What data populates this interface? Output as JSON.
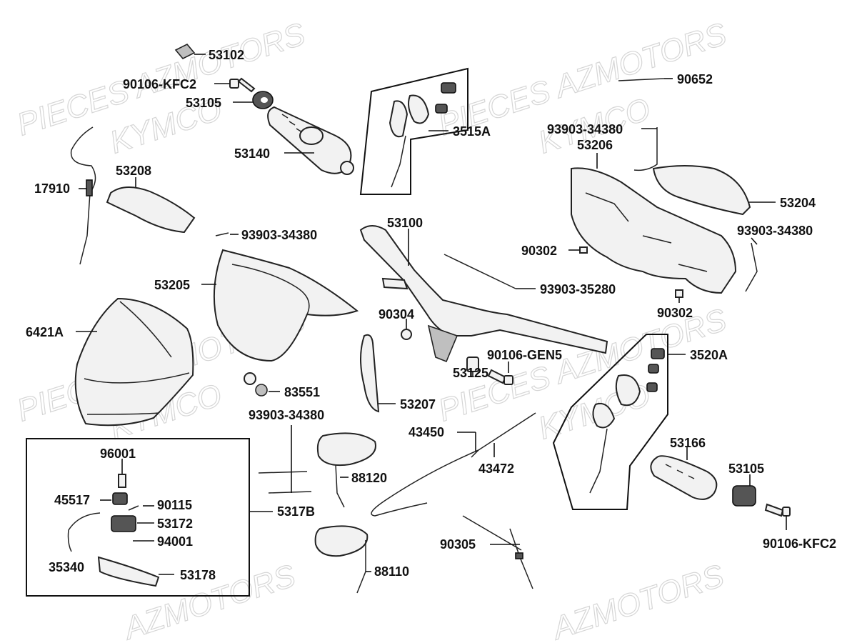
{
  "watermarks": {
    "brand1": "PIECES AZMOTORS",
    "brand2": "KYMCO",
    "brand3": "AZMOTORS"
  },
  "labels": {
    "p53102": "53102",
    "p90106kfc2_top": "90106-KFC2",
    "p53105_top": "53105",
    "p53140": "53140",
    "p17910": "17910",
    "p53208": "53208",
    "p93903_left": "93903-34380",
    "p53205": "53205",
    "p6421a": "6421A",
    "p83551": "83551",
    "p93903_lower": "93903-34380",
    "p96001": "96001",
    "p45517": "45517",
    "p90115": "90115",
    "p53172": "53172",
    "p94001": "94001",
    "p35340": "35340",
    "p53178": "53178",
    "p5317b": "5317B",
    "p3515a": "3515A",
    "p53100": "53100",
    "p90302_left": "90302",
    "p93903_35280": "93903-35280",
    "p90304": "90304",
    "p90106gen5": "90106-GEN5",
    "p53125": "53125",
    "p53207": "53207",
    "p43450": "43450",
    "p43472": "43472",
    "p88120": "88120",
    "p88110": "88110",
    "p90305": "90305",
    "p90652": "90652",
    "p93903_top_right": "93903-34380",
    "p53206": "53206",
    "p53204": "53204",
    "p93903_right": "93903-34380",
    "p90302_right": "90302",
    "p3520a": "3520A",
    "p53166": "53166",
    "p53105_bottom": "53105",
    "p90106kfc2_bottom": "90106-KFC2"
  }
}
